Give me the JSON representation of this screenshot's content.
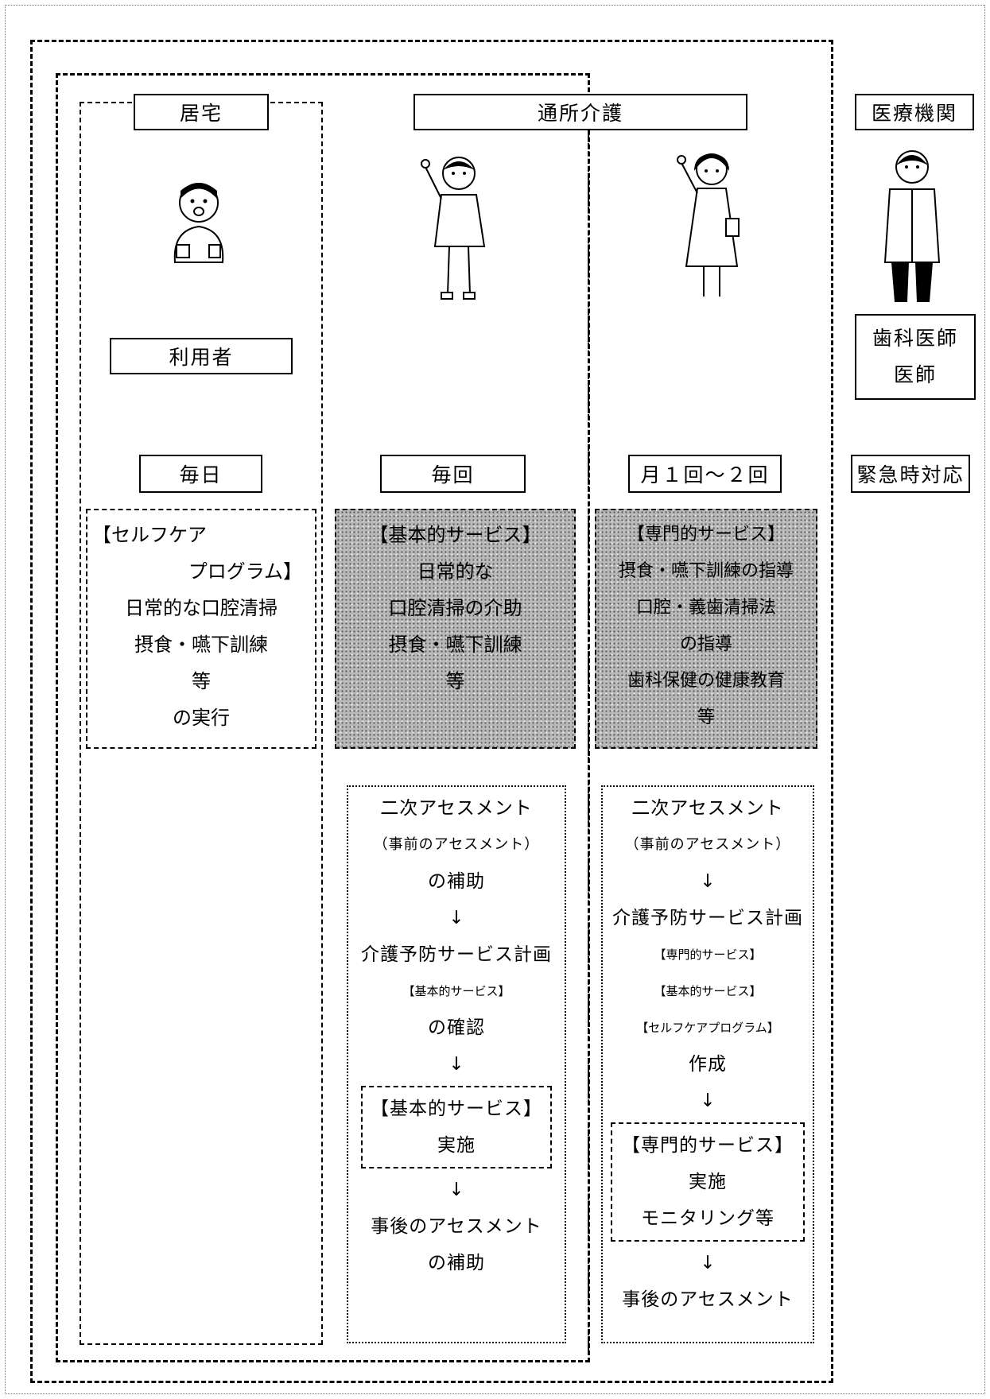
{
  "headers": {
    "home": "居宅",
    "daycare": "通所介護",
    "medical": "医療機関"
  },
  "user_label": "利用者",
  "doctor_label_1": "歯科医師",
  "doctor_label_2": "医師",
  "frequency": {
    "daily": "毎日",
    "each_visit": "毎回",
    "monthly": "月１回～２回",
    "emergency": "緊急時対応"
  },
  "self_care": {
    "line1": "【セルフケア",
    "line2": "プログラム】",
    "line3": "日常的な口腔清掃",
    "line4": "摂食・嚥下訓練",
    "line5": "等",
    "line6": "の実行"
  },
  "basic_service": {
    "line1": "【基本的サービス】",
    "line2": "日常的な",
    "line3": "口腔清掃の介助",
    "line4": "摂食・嚥下訓練",
    "line5": "等"
  },
  "special_service": {
    "line1": "【専門的サービス】",
    "line2": "摂食・嚥下訓練の指導",
    "line3": "口腔・義歯清掃法",
    "line4": "の指導",
    "line5": "歯科保健の健康教育",
    "line6": "等"
  },
  "flow_basic": {
    "l1": "二次アセスメント",
    "l2": "（事前のアセスメント）",
    "l3": "の補助",
    "arrow": "↓",
    "l4": "介護予防サービス計画",
    "l5": "【基本的サービス】",
    "l6": "の確認",
    "box1": "【基本的サービス】",
    "box2": "実施",
    "l7": "事後のアセスメント",
    "l8": "の補助"
  },
  "flow_special": {
    "l1": "二次アセスメント",
    "l2": "（事前のアセスメント）",
    "arrow": "↓",
    "l3": "介護予防サービス計画",
    "l4": "【専門的サービス】",
    "l5": "【基本的サービス】",
    "l6": "【セルフケアプログラム】",
    "l7": "作成",
    "box1": "【専門的サービス】",
    "box2": "実施",
    "box3": "モニタリング等",
    "l8": "事後のアセスメント"
  }
}
